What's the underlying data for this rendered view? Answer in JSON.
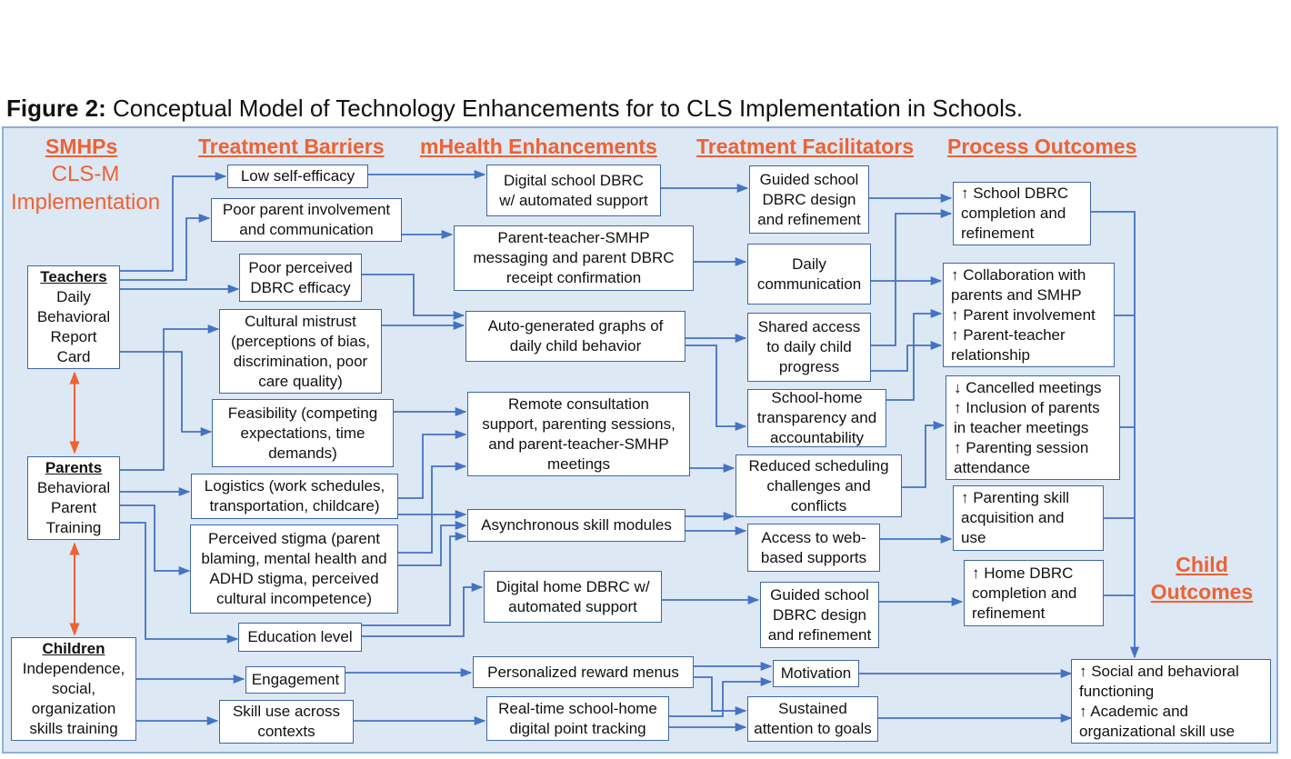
{
  "caption": {
    "label": "Figure 2:",
    "text": " Conceptual Model of Technology Enhancements for to CLS Implementation in Schools."
  },
  "colors": {
    "accent": "#ee6233",
    "line": "#4472c4",
    "panel": "#dde8f5",
    "box_border": "#3f66a6"
  },
  "headers": {
    "smhps": "SMHPs",
    "cls_m": "CLS-M\nImplementation",
    "barriers": "Treatment Barriers",
    "mhealth": "mHealth Enhancements",
    "facilitators": "Treatment Facilitators",
    "process": "Process Outcomes",
    "child_outcomes": "Child\nOutcomes"
  },
  "actors": {
    "teachers": {
      "title": "Teachers",
      "desc": "Daily\nBehavioral\nReport\nCard"
    },
    "parents": {
      "title": "Parents",
      "desc": "Behavioral\nParent\nTraining"
    },
    "children": {
      "title": "Children",
      "desc": "Independence,\nsocial,\norganization\nskills training"
    }
  },
  "barriers": {
    "b1": "Low self-efficacy",
    "b2": "Poor parent involvement\nand communication",
    "b3": "Poor perceived\nDBRC efficacy",
    "b4": "Cultural mistrust\n(perceptions of bias,\ndiscrimination, poor\ncare quality)",
    "b5": "Feasibility (competing\nexpectations, time\ndemands)",
    "b6": "Logistics (work schedules,\ntransportation, childcare)",
    "b7": "Perceived stigma (parent\nblaming, mental health and\nADHD stigma, perceived\ncultural incompetence)",
    "b8": "Education level",
    "b9": "Engagement",
    "b10": "Skill use across\ncontexts"
  },
  "mhealth": {
    "m1": "Digital school DBRC\nw/ automated support",
    "m2": "Parent-teacher-SMHP\nmessaging and parent DBRC\nreceipt confirmation",
    "m3": "Auto-generated graphs of\ndaily child behavior",
    "m4": "Remote consultation\nsupport, parenting sessions,\nand parent-teacher-SMHP\nmeetings",
    "m5": "Asynchronous skill modules",
    "m6": "Digital home DBRC w/\nautomated support",
    "m7": "Personalized reward menus",
    "m8": "Real-time school-home\ndigital point tracking"
  },
  "facilitators": {
    "f1": "Guided school\nDBRC design\nand refinement",
    "f2": "Daily\ncommunication",
    "f3": "Shared access\nto daily child\nprogress",
    "f4": "School-home\ntransparency and\naccountability",
    "f5": "Reduced scheduling\nchallenges and\nconflicts",
    "f6": "Access to web-\nbased supports",
    "f7": "Guided school\nDBRC design\nand refinement",
    "f8": "Motivation",
    "f9": "Sustained\nattention to goals"
  },
  "process": {
    "p1": "↑ School DBRC\n   completion and\n   refinement",
    "p2": "↑ Collaboration with\n   parents and SMHP\n↑ Parent involvement\n↑ Parent-teacher\n   relationship",
    "p3": "↓ Cancelled meetings\n↑ Inclusion of parents\n   in teacher meetings\n↑ Parenting session\n   attendance",
    "p4": "↑ Parenting skill\n   acquisition and\n   use",
    "p5": "↑ Home DBRC\n   completion and\n   refinement"
  },
  "child": {
    "c1": "↑ Social  and behavioral\n   functioning\n↑ Academic and\n   organizational skill use"
  }
}
